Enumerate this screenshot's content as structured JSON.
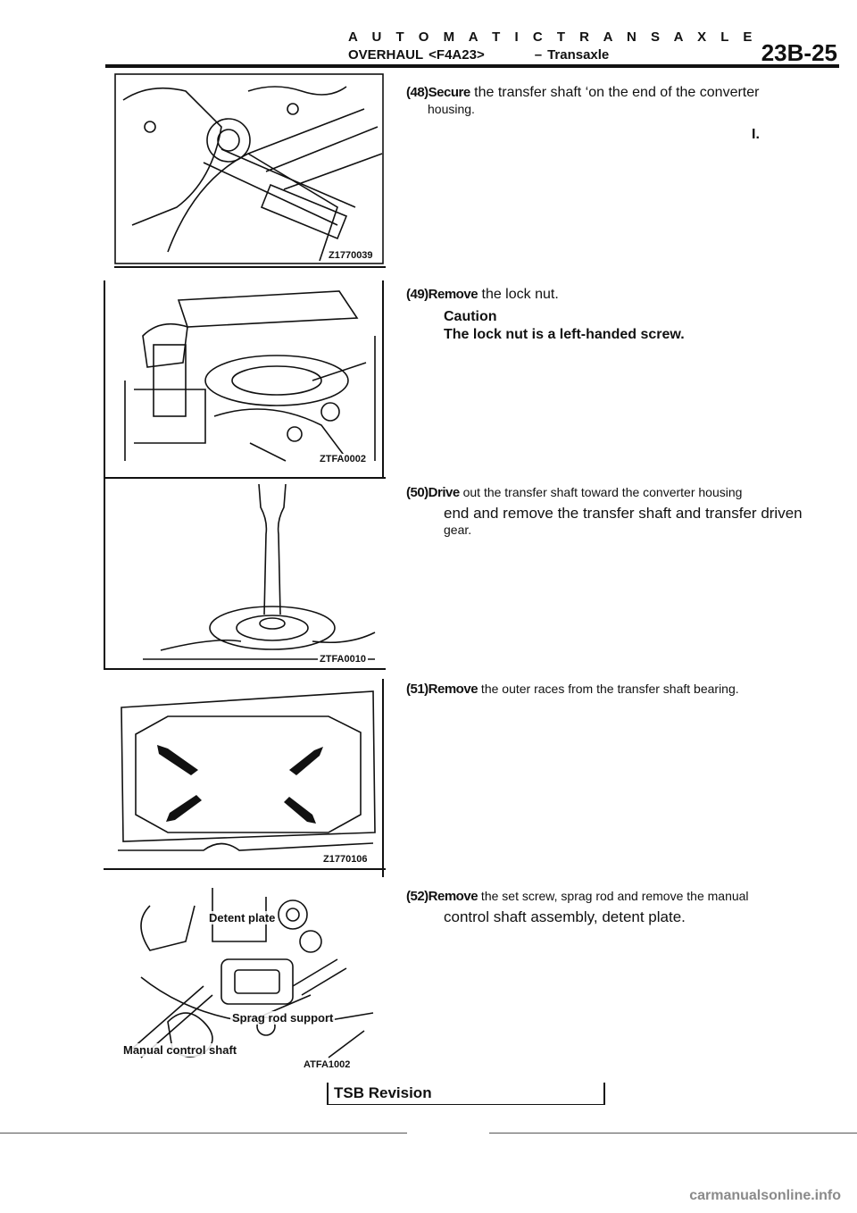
{
  "header": {
    "section_title": "A U T O M A T I C   T R A N S A X L E",
    "overhaul": "OVERHAUL",
    "model": "<F4A23>",
    "dash": "–",
    "transaxle": "Transaxle",
    "page_number": "23B-25"
  },
  "figures": [
    {
      "code": "Z1770039"
    },
    {
      "code": "ZTFA0002"
    },
    {
      "code": "ZTFA0010"
    },
    {
      "code": "Z1770106"
    },
    {
      "code": "ATFA1002",
      "labels": {
        "detent_plate": "Detent plate",
        "sprag_rod_support": "Sprag rod support",
        "manual_control_shaft": "Manual control shaft"
      }
    }
  ],
  "steps": [
    {
      "num": "(48)Secure",
      "text": " the transfer shaft ‘on the end of the converter",
      "cont": "housing."
    },
    {
      "num": "(49)Remove",
      "text": " the lock nut.",
      "caution_title": "Caution",
      "caution_text": "The lock nut is a left-handed screw."
    },
    {
      "num": "(50)Drive",
      "text": " out the transfer shaft toward the converter housing",
      "cont": "end and remove the transfer shaft and transfer driven",
      "cont2": "gear."
    },
    {
      "num": "(51)Remove",
      "text": " the outer races from the transfer shaft bearing."
    },
    {
      "num": "(52)Remove",
      "text": " the set screw, sprag rod and remove the manual",
      "cont": "control shaft assembly, detent plate."
    }
  ],
  "stray_marks": {
    "mark1": "I."
  },
  "footer": {
    "tsb": "TSB Revision"
  },
  "watermark": "carmanualsonline.info"
}
